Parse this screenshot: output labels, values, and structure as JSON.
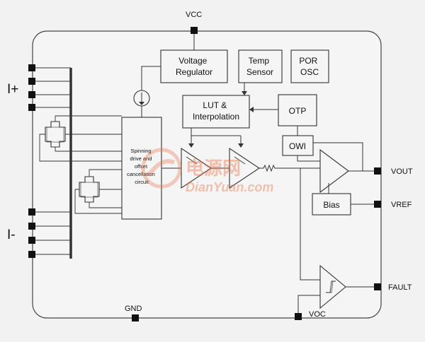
{
  "blocks": {
    "voltage_regulator": [
      "Voltage",
      "Regulator"
    ],
    "temp_sensor": [
      "Temp",
      "Sensor"
    ],
    "por_osc": [
      "POR",
      "OSC"
    ],
    "lut": [
      "LUT &",
      "Interpolation"
    ],
    "otp": "OTP",
    "owi": "OWI",
    "bias": "Bias",
    "spinning": [
      "Spinning",
      "drive and",
      "offset",
      "cancellation",
      "circuit"
    ]
  },
  "pins": {
    "vcc": "VCC",
    "gnd": "GND",
    "vout": "VOUT",
    "vref": "VREF",
    "fault": "FAULT",
    "voc": "VOC"
  },
  "inputs": {
    "i_plus": "I+",
    "i_minus": "I-"
  },
  "watermark": {
    "cn": "电源网",
    "en": "DianYuan.com"
  }
}
